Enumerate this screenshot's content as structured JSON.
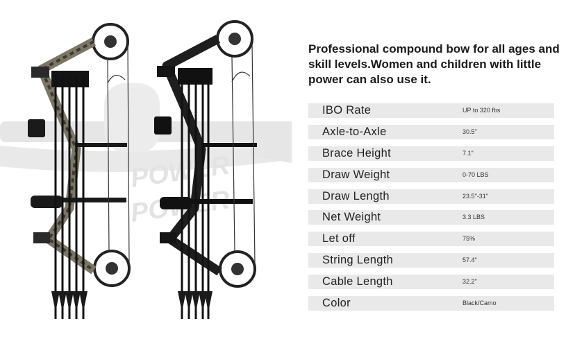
{
  "headline": "Professional compound bow for all ages and skill levels.Women and children with little power can also use it.",
  "specs": [
    {
      "label": "IBO Rate",
      "value": "UP to 320 fbs"
    },
    {
      "label": "Axle-to-Axle",
      "value": "30.5\""
    },
    {
      "label": "Brace Height",
      "value": "7.1\""
    },
    {
      "label": "Draw Weight",
      "value": "0-70 LBS"
    },
    {
      "label": "Draw Length",
      "value": "23.5\"-31\""
    },
    {
      "label": "Net Weight",
      "value": "3.3 LBS"
    },
    {
      "label": "Let off",
      "value": "75%"
    },
    {
      "label": "String Length",
      "value": "57.4\""
    },
    {
      "label": "Cable Length",
      "value": "32.2\""
    },
    {
      "label": "Color",
      "value": "Black/Camo"
    }
  ],
  "colors": {
    "row_background": "#e9e9e9",
    "camo_bow": "#8a8577",
    "black_bow": "#1e1e1e"
  },
  "image": {
    "watermark_text": "POWER",
    "icons": [
      "camo-compound-bow-icon",
      "black-compound-bow-icon",
      "arrow-quiver-icon"
    ]
  }
}
